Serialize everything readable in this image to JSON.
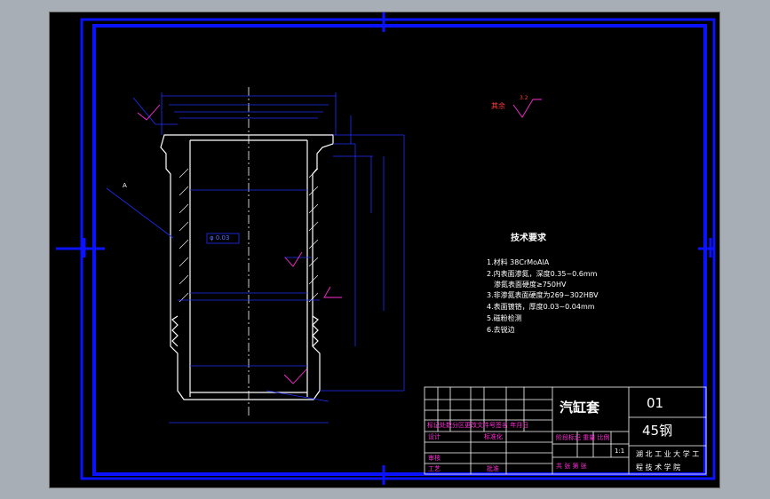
{
  "drawing": {
    "rough_label": "其余",
    "rough_value": "3.2",
    "section_label": "A",
    "tolerance_frame": "φ 0.03"
  },
  "notes": {
    "title": "技术要求",
    "items": [
      "1.材料 38CrMoAlA",
      "2.内表面渗氮，深度0.35~0.6mm",
      "  渗氮表面硬度≥750HV",
      "3.非渗氮表面硬度为269~302HBV",
      "4.表面镀铬，厚度0.03~0.04mm",
      "5.磁粉检测",
      "6.去锐边"
    ]
  },
  "title_block": {
    "part_name": "汽缸套",
    "drawing_no": "01",
    "material": "45钢",
    "school_line1": "湖 北 工 业 大 学 工",
    "school_line2": "程 技 术 学 院",
    "rev_header": "标记处数分区更改文件号签名 年月日",
    "design_label": "设计",
    "std_label": "标准化",
    "stage_label": "阶段标记 重量 比例",
    "scale": "1:1",
    "review_label": "审核",
    "process_label": "工艺",
    "approve_label": "批准",
    "sheet_label": "共 张 第 张"
  },
  "colors": {
    "frame": "#0a12ff",
    "title_block_lines": "#ffffff",
    "annotations": "#ff2bd6",
    "part_lines": "#ffffff"
  }
}
